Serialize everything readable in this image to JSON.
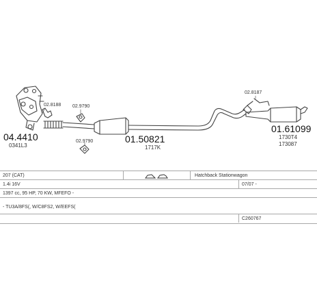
{
  "parts": {
    "manifold": {
      "code": "04.4410",
      "sub": "0341L3"
    },
    "clamp_upper": {
      "code": "02.8188"
    },
    "hanger_mid": {
      "code": "02.9790"
    },
    "clamp_mid": {
      "code": "02.9790"
    },
    "middle_silencer": {
      "code": "01.50821",
      "sub": "1717K"
    },
    "clamp_rear": {
      "code": "02.8187"
    },
    "rear_silencer": {
      "code": "01.61099",
      "sub1": "1730T4",
      "sub2": "173087"
    }
  },
  "table": {
    "row1": {
      "model": "207 (CAT)",
      "body": "Hatchback Stationwagon"
    },
    "row2": {
      "engine": "1.4i 16V",
      "date": "07/07 -"
    },
    "row3": {
      "specs": "1397 cc, 95 HP, 70 KW, MFEFO -"
    },
    "row4": {
      "codes": "- TU3A/8FS(, W/C8FS2, W/EEFS("
    },
    "row5": {
      "catalog": "C260767"
    }
  },
  "colors": {
    "line": "#444444",
    "grid": "#a8a8a8"
  }
}
